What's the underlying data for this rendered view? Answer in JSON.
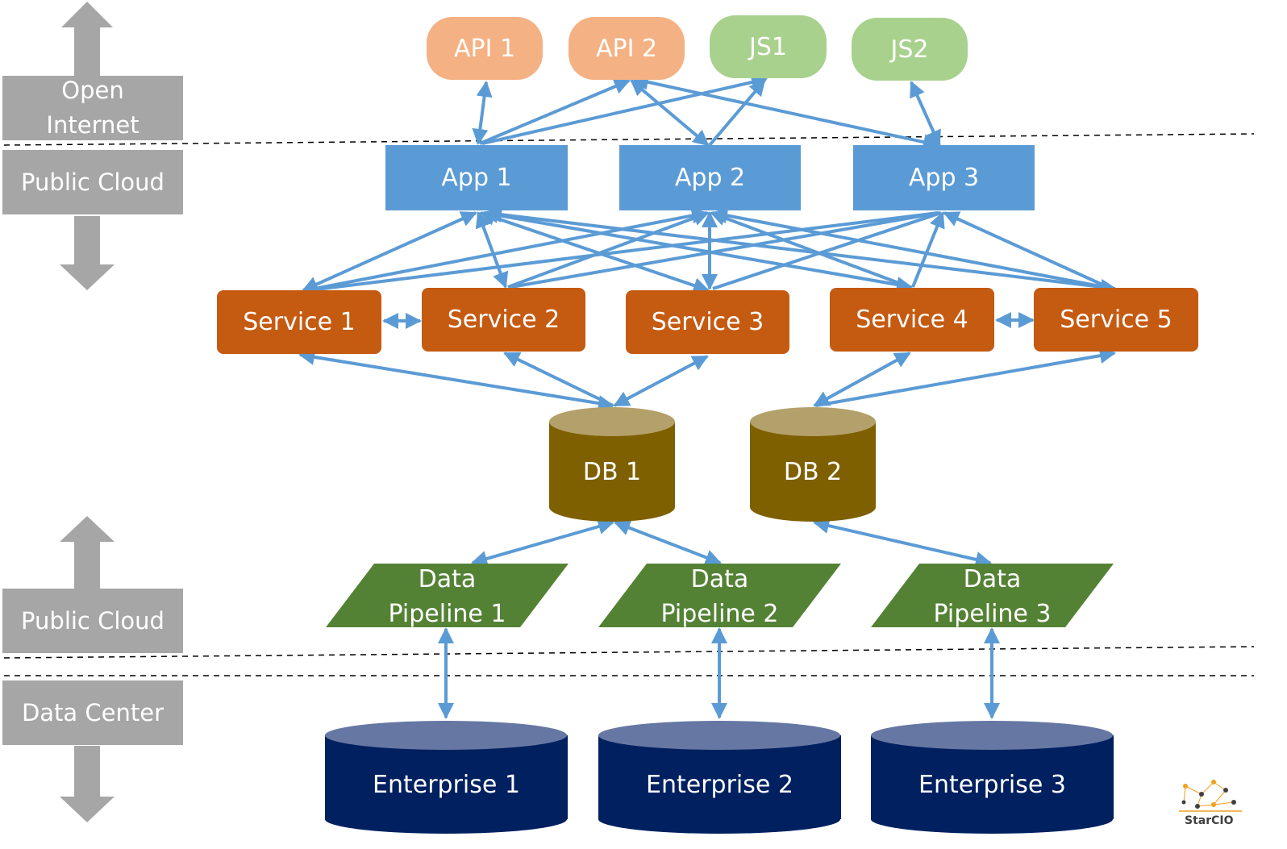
{
  "zones": {
    "open_internet": [
      "Open",
      "Internet"
    ],
    "public_cloud_top": "Public Cloud",
    "public_cloud_bottom": "Public Cloud",
    "data_center": "Data Center"
  },
  "endpoints": [
    {
      "label": "API 1",
      "kind": "api"
    },
    {
      "label": "API 2",
      "kind": "api"
    },
    {
      "label": "JS1",
      "kind": "js"
    },
    {
      "label": "JS2",
      "kind": "js"
    }
  ],
  "apps": [
    "App 1",
    "App 2",
    "App 3"
  ],
  "services": [
    "Service 1",
    "Service 2",
    "Service 3",
    "Service 4",
    "Service 5"
  ],
  "databases": [
    "DB 1",
    "DB 2"
  ],
  "pipelines": [
    [
      "Data",
      "Pipeline 1"
    ],
    [
      "Data",
      "Pipeline 2"
    ],
    [
      "Data",
      "Pipeline 3"
    ]
  ],
  "enterprise": [
    "Enterprise 1",
    "Enterprise 2",
    "Enterprise 3"
  ],
  "logo": {
    "text": "StarCIO"
  },
  "colors": {
    "api": "#f4b183",
    "js": "#a9d18e",
    "app": "#5b9bd5",
    "service": "#c55a11",
    "db_body": "#7f6000",
    "db_top": "#b4a06a",
    "pipeline": "#548235",
    "enterprise_body": "#002060",
    "enterprise_top": "#6677a3",
    "connector": "#5b9bd5",
    "zone": "#a6a6a6",
    "zone_arrow": "#a6a6a6"
  }
}
